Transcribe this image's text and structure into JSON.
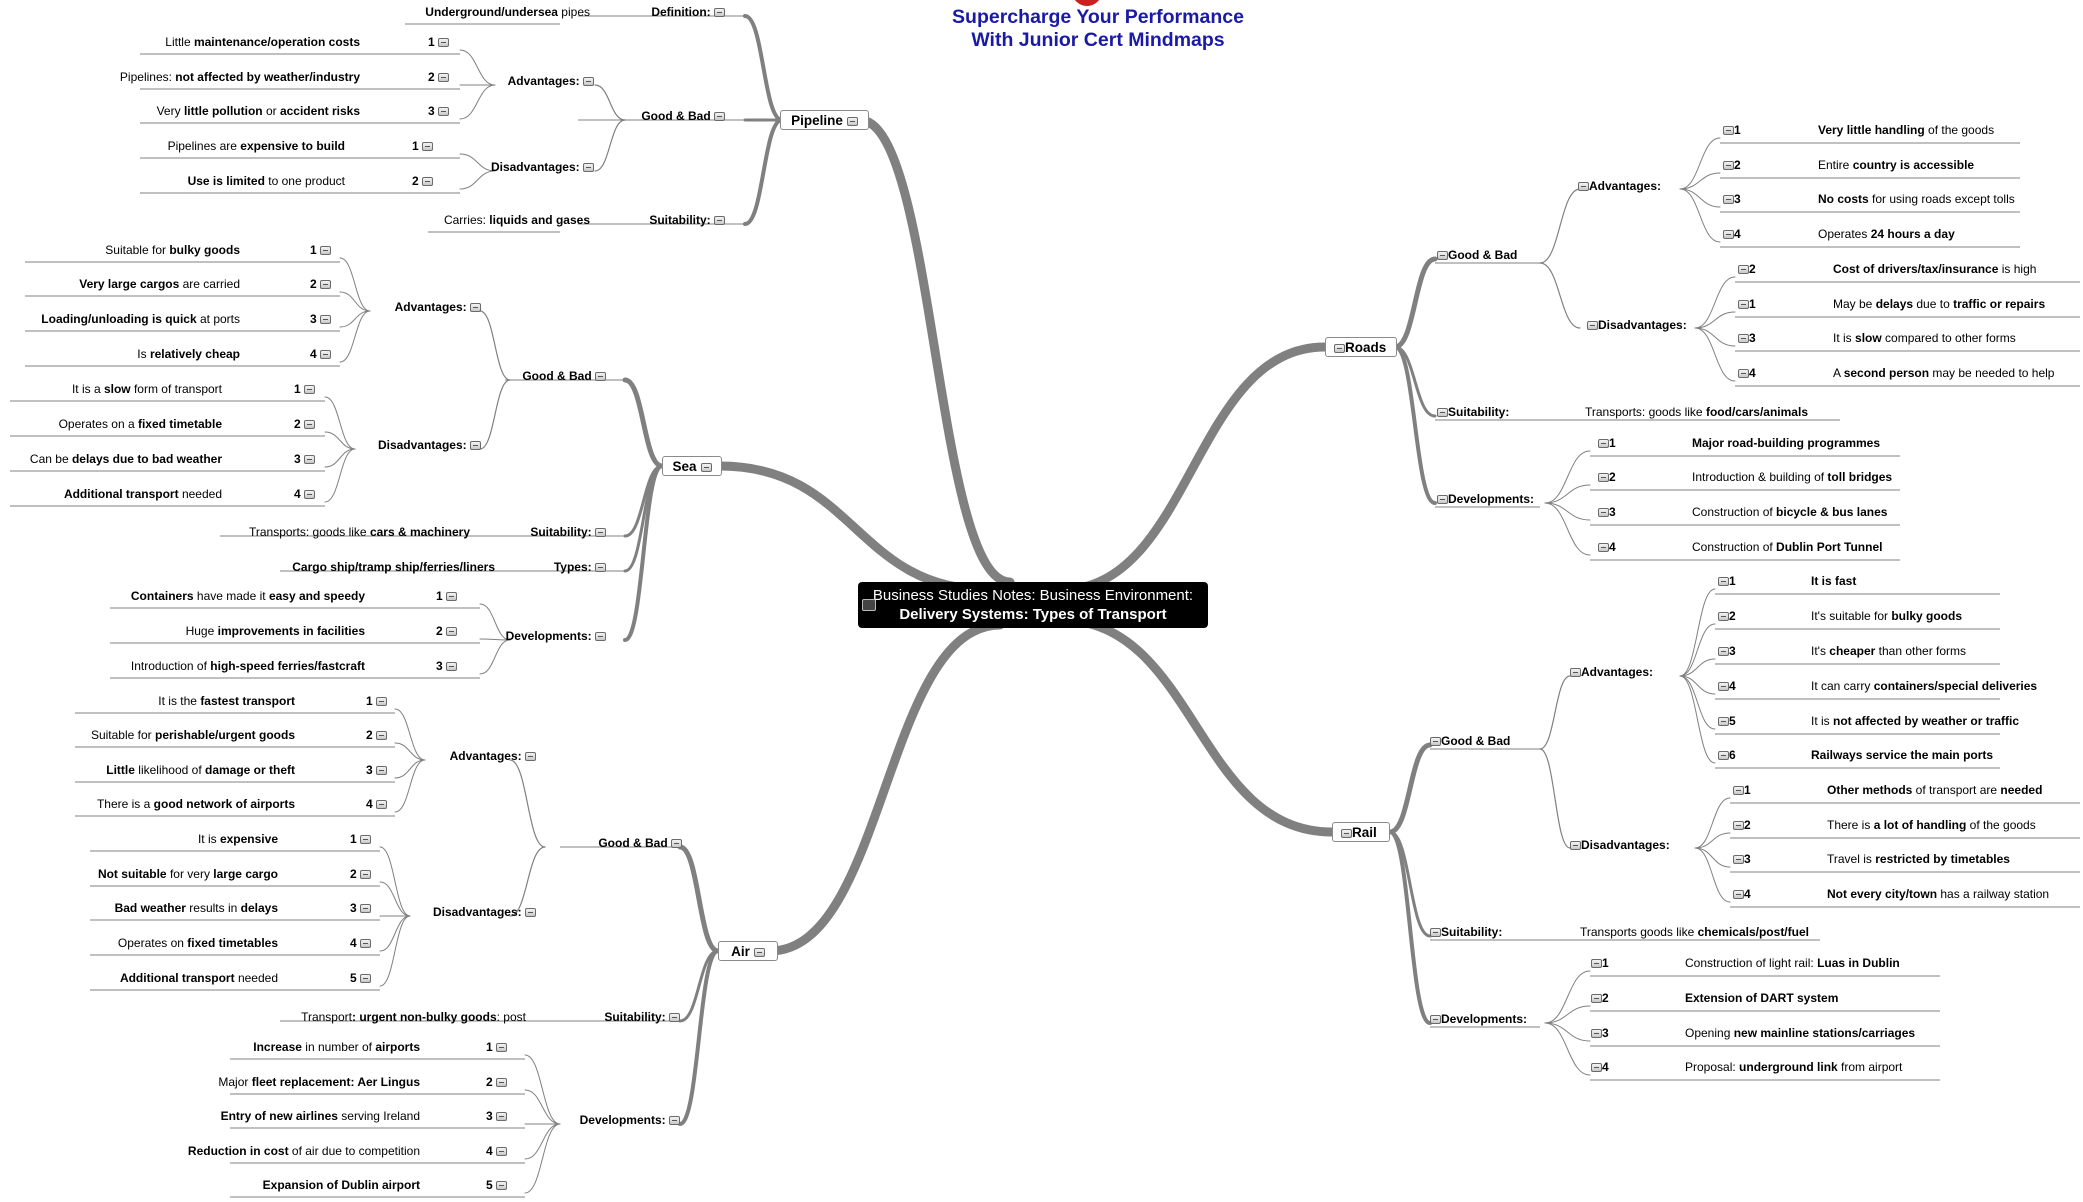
{
  "header": {
    "line1": "Supercharge Your Performance",
    "line2": "With Junior Cert Mindmaps"
  },
  "colors": {
    "branch": "#808080",
    "header": "#1a1aa6",
    "center_bg": "#000000"
  },
  "center": {
    "line1": "Business Studies Notes: Business Environment:",
    "line2": "Delivery Systems: Types of Transport"
  },
  "branches": {
    "pipeline": {
      "label": "Pipeline"
    },
    "sea": {
      "label": "Sea"
    },
    "air": {
      "label": "Air"
    },
    "roads": {
      "label": "Roads"
    },
    "rail": {
      "label": "Rail"
    }
  },
  "pipeline": {
    "definition_label": "Definition:",
    "definition_text": [
      "Underground/undersea",
      " pipes"
    ],
    "good_bad": "Good & Bad",
    "adv_label": "Advantages:",
    "adv": [
      [
        "Little ",
        "maintenance/operation costs"
      ],
      [
        "Pipelines: ",
        "not affected by weather/industry"
      ],
      [
        "Very ",
        "little pollution",
        " or ",
        "accident risks"
      ]
    ],
    "dis_label": "Disadvantages:",
    "dis": [
      [
        "Pipelines are ",
        "expensive to build"
      ],
      [
        "Use is limited",
        " to one product"
      ]
    ],
    "suit_label": "Suitability:",
    "suit_text": [
      "Carries: ",
      "liquids and gases"
    ]
  },
  "sea": {
    "good_bad": "Good & Bad",
    "adv_label": "Advantages:",
    "adv": [
      [
        "Suitable for ",
        "bulky goods"
      ],
      [
        "Very large cargos",
        " are carried"
      ],
      [
        "Loading/unloading is quick",
        " at ports"
      ],
      [
        "Is ",
        "relatively cheap"
      ]
    ],
    "dis_label": "Disadvantages:",
    "dis": [
      [
        "It is a ",
        "slow",
        " form of transport"
      ],
      [
        "Operates on a ",
        "fixed timetable"
      ],
      [
        "Can be ",
        "delays due to bad weather"
      ],
      [
        "Additional transport",
        " needed"
      ]
    ],
    "suit_label": "Suitability:",
    "suit_text": [
      "Transports: goods like ",
      "cars & machinery"
    ],
    "types_label": "Types:",
    "types_text": [
      "Cargo ship/tramp ship/ferries/liners"
    ],
    "dev_label": "Developments:",
    "dev": [
      [
        "Containers",
        " have made it ",
        "easy and speedy"
      ],
      [
        "Huge ",
        "improvements in facilities"
      ],
      [
        "Introduction of ",
        "high-speed ferries/fastcraft"
      ]
    ]
  },
  "air": {
    "good_bad": "Good & Bad",
    "adv_label": "Advantages:",
    "adv": [
      [
        "It is the ",
        "fastest transport"
      ],
      [
        "Suitable for ",
        "perishable/urgent goods"
      ],
      [
        "Little",
        " likelihood of ",
        "damage or theft"
      ],
      [
        "There is a ",
        "good network of airports"
      ]
    ],
    "dis_label": "Disadvantages:",
    "dis": [
      [
        "It is ",
        "expensive"
      ],
      [
        "Not suitable",
        " for very ",
        "large cargo"
      ],
      [
        "Bad weather",
        " results in ",
        "delays"
      ],
      [
        "Operates on ",
        "fixed timetables"
      ],
      [
        "Additional transport",
        " needed"
      ]
    ],
    "suit_label": "Suitability:",
    "suit_text": [
      "Transport",
      ": urgent non-bulky goods",
      ": post"
    ],
    "dev_label": "Developments:",
    "dev": [
      [
        "Increase",
        " in number of ",
        "airports"
      ],
      [
        "Major ",
        "fleet replacement: Aer Lingus"
      ],
      [
        "Entry of new airlines",
        " serving Ireland"
      ],
      [
        "Reduction in cost",
        " of air due to competition"
      ],
      [
        "Expansion of Dublin airport"
      ]
    ]
  },
  "roads": {
    "good_bad": "Good & Bad",
    "adv_label": "Advantages:",
    "adv": [
      [
        "Very little handling",
        " of the goods"
      ],
      [
        "Entire ",
        "country is accessible"
      ],
      [
        "No costs",
        " for using roads except tolls"
      ],
      [
        "Operates ",
        "24 hours a day"
      ]
    ],
    "dis_label": "Disadvantages:",
    "dis_nums": [
      "2",
      "1",
      "3",
      "4"
    ],
    "dis": [
      [
        "Cost of drivers/tax/insurance",
        " is high"
      ],
      [
        "May be ",
        "delays",
        " due to ",
        "traffic or repairs"
      ],
      [
        "It is ",
        "slow",
        " compared to other forms"
      ],
      [
        "A ",
        "second person",
        " may be needed to help"
      ]
    ],
    "suit_label": "Suitability:",
    "suit_text": [
      "Transports: goods like ",
      "food/cars/animals"
    ],
    "dev_label": "Developments:",
    "dev": [
      [
        "Major road-building programmes"
      ],
      [
        "Introduction & building of ",
        "toll bridges"
      ],
      [
        "Construction of ",
        "bicycle & bus lanes"
      ],
      [
        "Construction of ",
        "Dublin Port Tunnel"
      ]
    ]
  },
  "rail": {
    "good_bad": "Good & Bad",
    "adv_label": "Advantages:",
    "adv": [
      [
        "It is fast"
      ],
      [
        "It's suitable for ",
        "bulky goods"
      ],
      [
        "It's ",
        "cheaper",
        " than other forms"
      ],
      [
        "It can carry ",
        "containers/special deliveries"
      ],
      [
        "It is ",
        "not affected by weather or traffic"
      ],
      [
        "Railways service the main ports"
      ]
    ],
    "dis_label": "Disadvantages:",
    "dis": [
      [
        "Other methods",
        " of transport are ",
        "needed"
      ],
      [
        "There is ",
        "a lot of handling",
        " of the goods"
      ],
      [
        "Travel is ",
        "restricted by timetables"
      ],
      [
        "Not every city/town",
        " has a railway station"
      ]
    ],
    "suit_label": "Suitability:",
    "suit_text": [
      "Transports goods like ",
      "chemicals/post/fuel"
    ],
    "dev_label": "Developments:",
    "dev": [
      [
        "Construction of light rail: ",
        "Luas in Dublin"
      ],
      [
        "Extension of DART system"
      ],
      [
        "Opening ",
        "new mainline stations/carriages"
      ],
      [
        "Proposal: ",
        "underground link",
        " from airport"
      ]
    ]
  }
}
